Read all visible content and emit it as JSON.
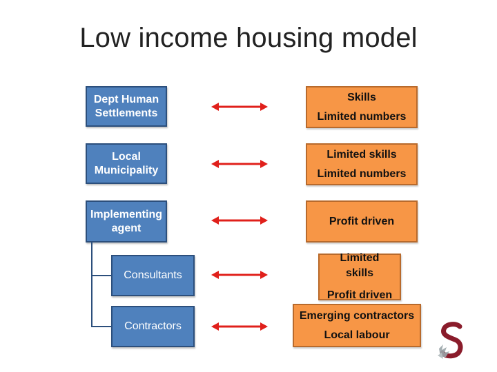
{
  "title": "Low income housing model",
  "left_boxes": [
    "Dept Human Settlements",
    "Local Municipality",
    "Implementing agent",
    "Consultants",
    "Contractors"
  ],
  "right_boxes": {
    "skills": {
      "line1": "Skills",
      "line2": "Limited numbers"
    },
    "limited_skills": {
      "line1": "Limited skills",
      "line2": "Limited numbers"
    },
    "profit": {
      "line1": "Profit driven"
    },
    "consultants_side": {
      "line1": "Limited",
      "line2": "skills",
      "line3": "Profit driven"
    },
    "contractors_side": {
      "line1": "Emerging contractors",
      "line2": "Local labour"
    }
  },
  "colors": {
    "blue_fill": "#4f81bd",
    "orange_fill": "#f79646",
    "arrow": "#e0201b"
  },
  "logo_icon": "university-crest-S"
}
